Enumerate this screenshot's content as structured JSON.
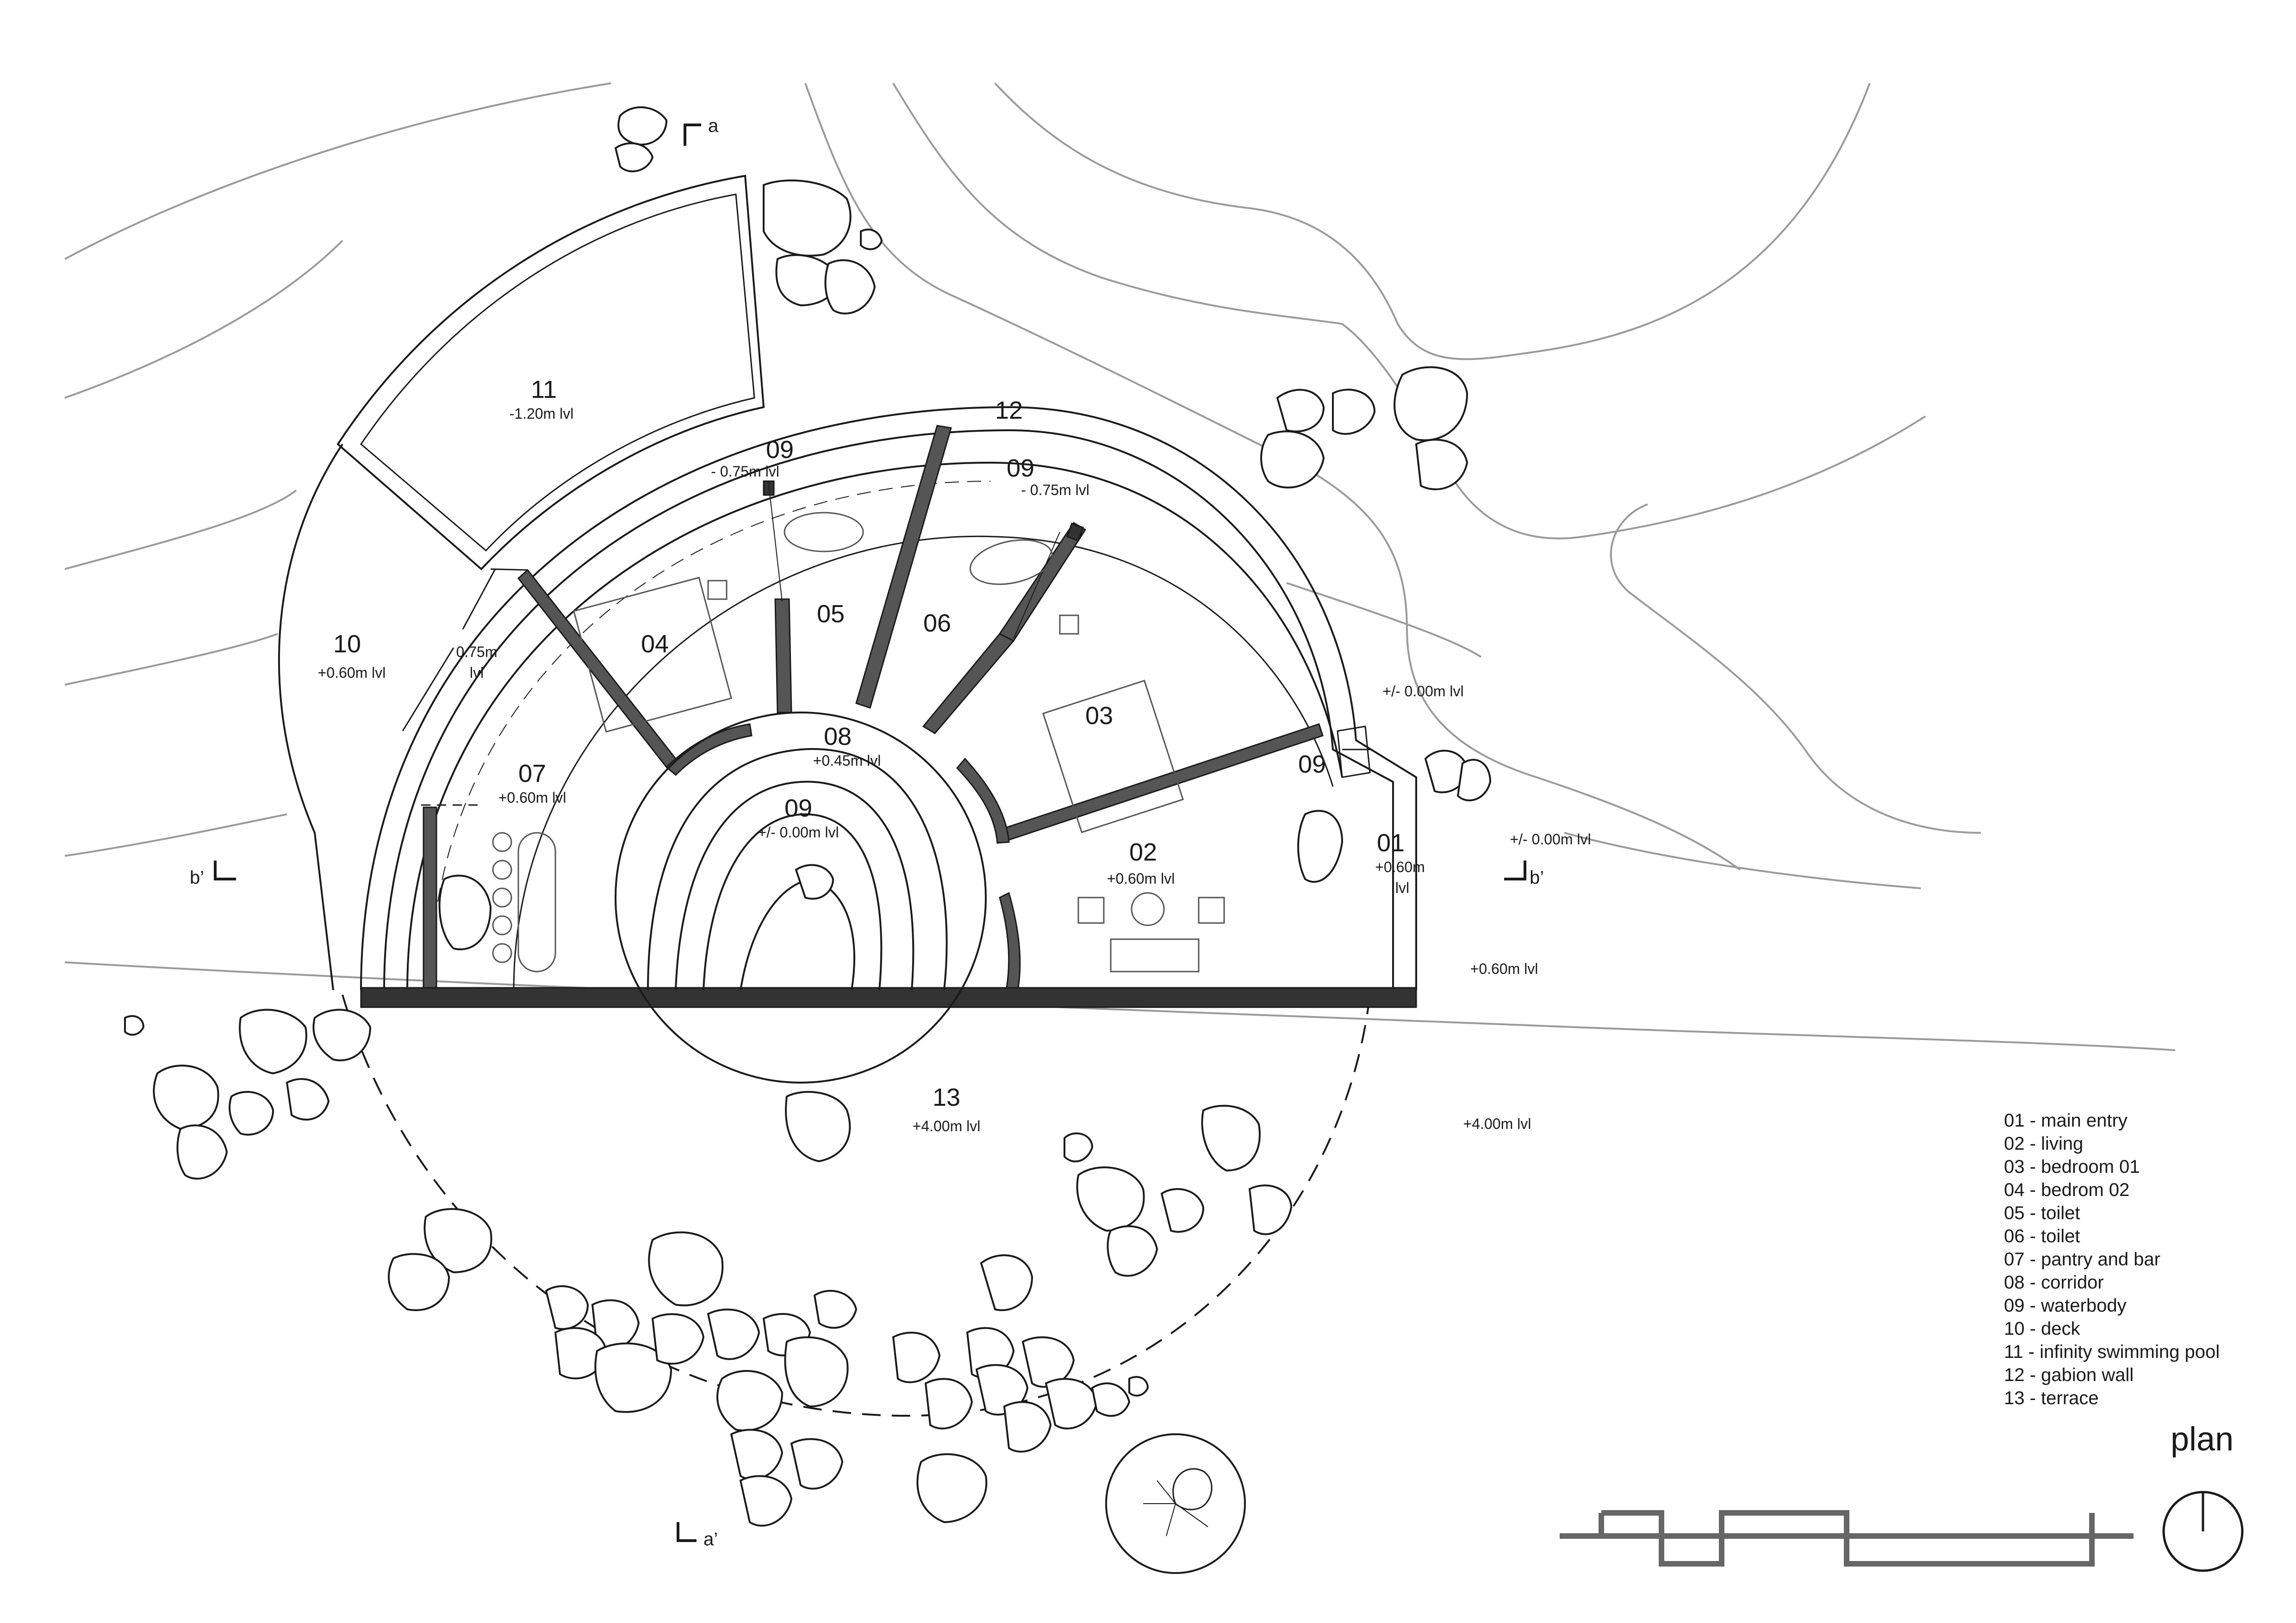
{
  "title": "plan",
  "rooms": {
    "r01": {
      "num": "01",
      "level": "+0.60m",
      "level2": "lvl"
    },
    "r02": {
      "num": "02",
      "level": "+0.60m lvl"
    },
    "r03": {
      "num": "03"
    },
    "r04": {
      "num": "04"
    },
    "r05": {
      "num": "05"
    },
    "r06": {
      "num": "06"
    },
    "r07": {
      "num": "07",
      "level": "+0.60m lvl"
    },
    "r08": {
      "num": "08",
      "level": "+0.45m lvl"
    },
    "r09_center": {
      "num": "09",
      "level": "+/- 0.00m lvl"
    },
    "r09_top_left": {
      "num": "09",
      "level": "- 0.75m lvl"
    },
    "r09_top_right": {
      "num": "09",
      "level": "- 0.75m lvl"
    },
    "r09_right": {
      "num": "09"
    },
    "r10": {
      "num": "10",
      "level": "+0.60m lvl"
    },
    "r11": {
      "num": "11",
      "level": "-1.20m lvl"
    },
    "r12": {
      "num": "12"
    },
    "r13": {
      "num": "13",
      "level": "+4.00m lvl"
    }
  },
  "levels": {
    "left_0_75": "0.75m",
    "left_0_75_b": "lvl",
    "right_zero_top": "+/- 0.00m lvl",
    "right_zero_mid": "+/- 0.00m lvl",
    "right_0_60": "+0.60m lvl",
    "right_4_00": "+4.00m lvl"
  },
  "markers": {
    "a": "a",
    "a_prime": "a’",
    "b": "b’",
    "b_prime": "b’"
  },
  "legend": [
    "01 - main entry",
    "02 - living",
    "03 - bedroom 01",
    "04 - bedrom 02",
    "05 - toilet",
    "06 - toilet",
    "07 - pantry and bar",
    "08 - corridor",
    "09 - waterbody",
    "10 - deck",
    "11 - infinity swimming pool",
    "12 - gabion wall",
    "13 - terrace"
  ],
  "colors": {
    "line": "#1a1a1a",
    "wall": "#555555",
    "contour": "#9a9a9a",
    "scale": "#666666"
  }
}
